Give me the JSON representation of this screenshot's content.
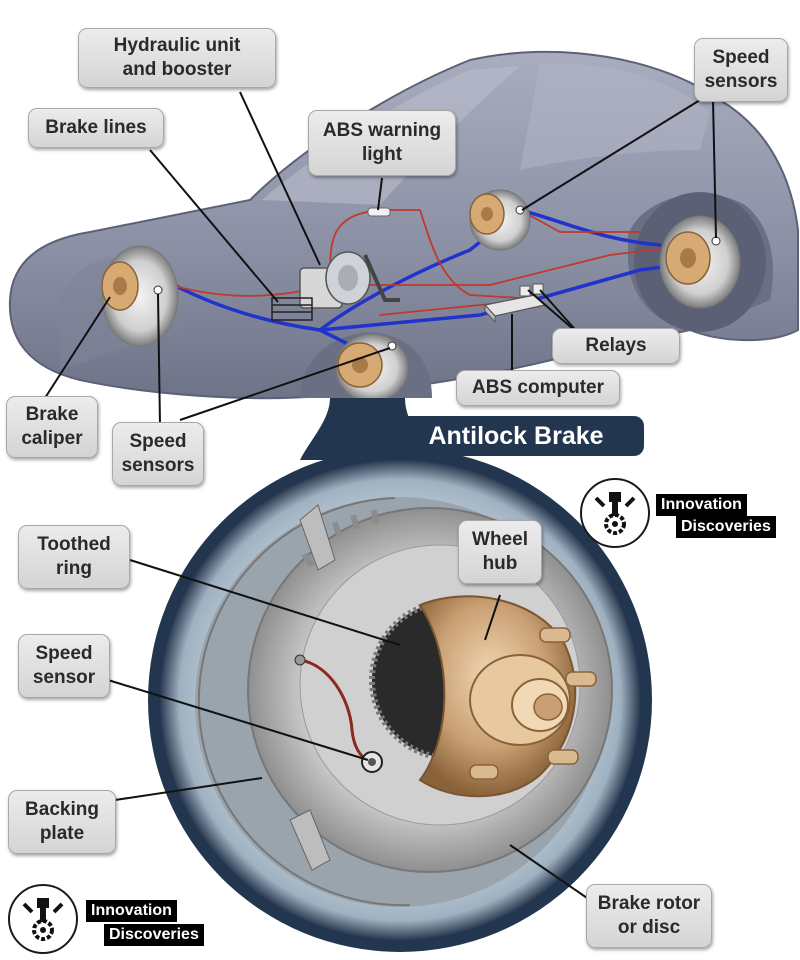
{
  "diagram": {
    "title": "Antilock Brake",
    "labels": {
      "hydraulic_unit": [
        "Hydraulic unit",
        "and booster"
      ],
      "brake_lines": [
        "Brake lines"
      ],
      "abs_warning_light": [
        "ABS warning",
        "light"
      ],
      "speed_sensors_top": [
        "Speed",
        "sensors"
      ],
      "relays": [
        "Relays"
      ],
      "abs_computer": [
        "ABS computer"
      ],
      "brake_caliper": [
        "Brake",
        "caliper"
      ],
      "speed_sensors_bottom": [
        "Speed",
        "sensors"
      ],
      "toothed_ring": [
        "Toothed",
        "ring"
      ],
      "wheel_hub": [
        "Wheel",
        "hub"
      ],
      "speed_sensor": [
        "Speed",
        "sensor"
      ],
      "backing_plate": [
        "Backing",
        "plate"
      ],
      "brake_rotor": [
        "Brake rotor",
        "or disc"
      ]
    }
  },
  "branding": {
    "line1": "Innovation",
    "line2": "Discoveries",
    "logo_icon": "piston-wrench-gear-icon"
  },
  "colors": {
    "car_body": "#8d91a5",
    "brake_line_blue": "#2233cc",
    "wire_red": "#c0392b",
    "hub_bronze": "#c49a6c",
    "banner_navy": "#23364f"
  }
}
